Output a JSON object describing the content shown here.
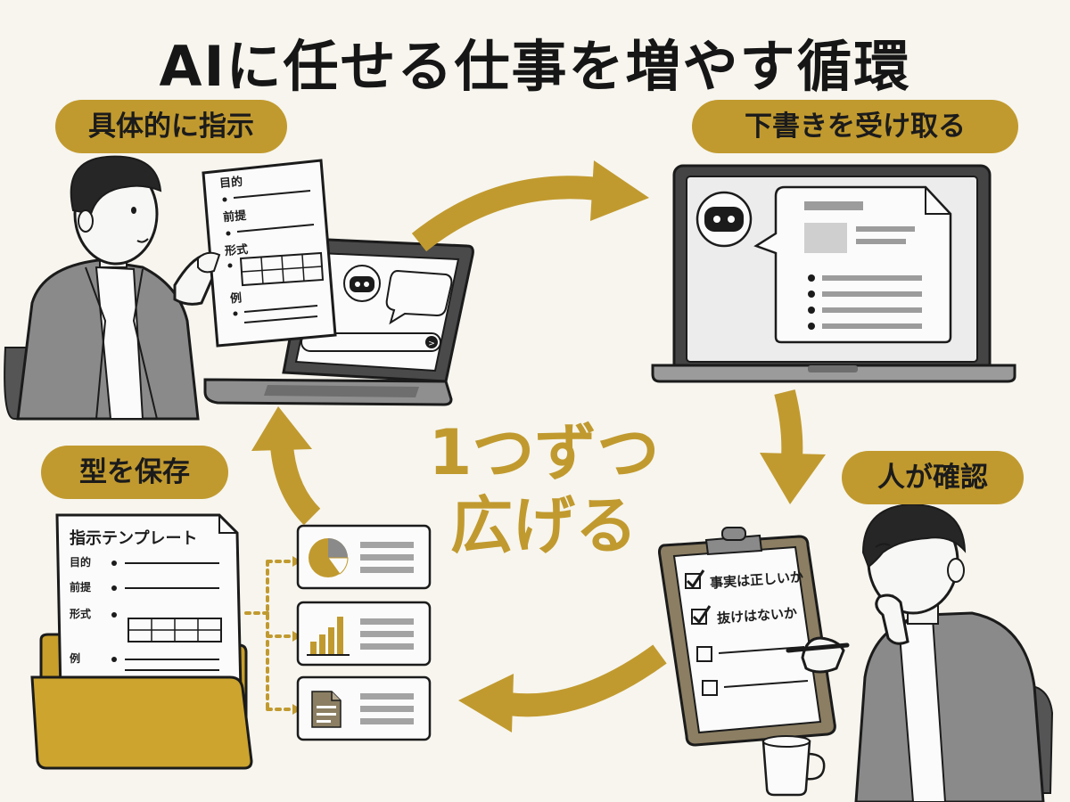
{
  "title": "AIに任せる仕事を増やす循環",
  "steps": {
    "step1": "具体的に指示",
    "step2": "下書きを受け取る",
    "step3": "人が確認",
    "step4": "型を保存"
  },
  "center": {
    "line1": "1つずつ",
    "line2": "広げる"
  },
  "instruction_sheet": {
    "purpose": "目的",
    "premise": "前提",
    "format": "形式",
    "example": "例"
  },
  "checklist": {
    "item1": "事実は正しいか",
    "item2": "抜けはないか"
  },
  "template_doc": {
    "title": "指示テンプレート",
    "purpose": "目的",
    "premise": "前提",
    "format": "形式",
    "example": "例"
  },
  "colors": {
    "accent": "#c19a2f",
    "ink": "#1b1b1b",
    "background": "#f7f5ee"
  }
}
